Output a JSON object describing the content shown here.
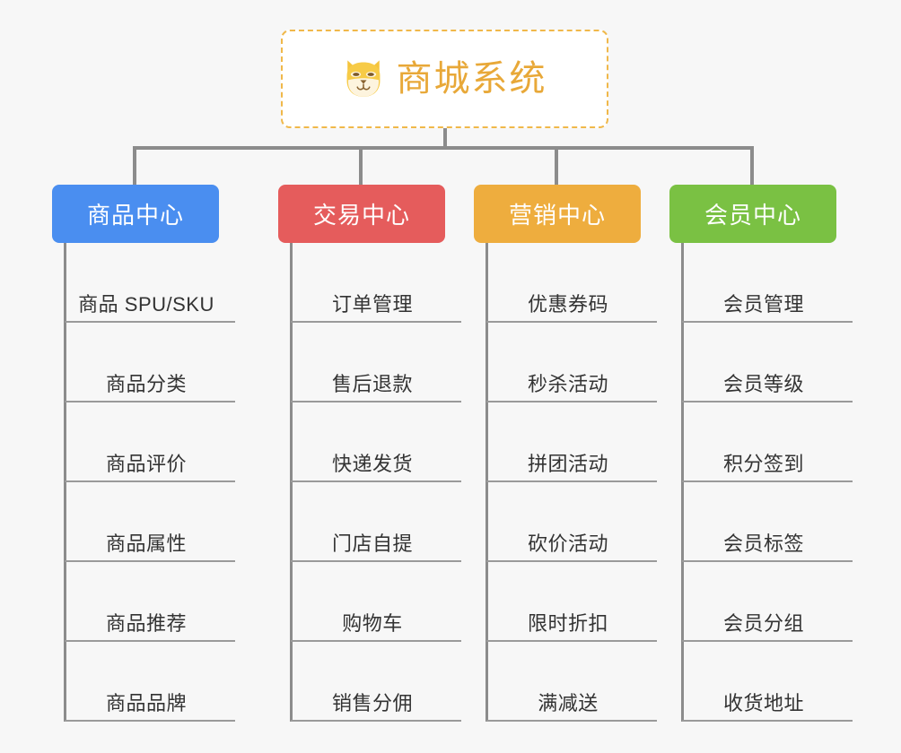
{
  "page": {
    "background_color": "#f7f7f7",
    "line_color": "#8c8c8c"
  },
  "root": {
    "title": "商城系统",
    "icon": "shiba-dog-face-icon",
    "title_color": "#e8a838",
    "border_color": "#f0b84a",
    "background_color": "#ffffff"
  },
  "columns": [
    {
      "label": "商品中心",
      "color": "#4a8ef0",
      "items": [
        "商品 SPU/SKU",
        "商品分类",
        "商品评价",
        "商品属性",
        "商品推荐",
        "商品品牌"
      ]
    },
    {
      "label": "交易中心",
      "color": "#e55c5c",
      "items": [
        "订单管理",
        "售后退款",
        "快递发货",
        "门店自提",
        "购物车",
        "销售分佣"
      ]
    },
    {
      "label": "营销中心",
      "color": "#eead3e",
      "items": [
        "优惠券码",
        "秒杀活动",
        "拼团活动",
        "砍价活动",
        "限时折扣",
        "满减送"
      ]
    },
    {
      "label": "会员中心",
      "color": "#7ac143",
      "items": [
        "会员管理",
        "会员等级",
        "积分签到",
        "会员标签",
        "会员分组",
        "收货地址"
      ]
    }
  ]
}
